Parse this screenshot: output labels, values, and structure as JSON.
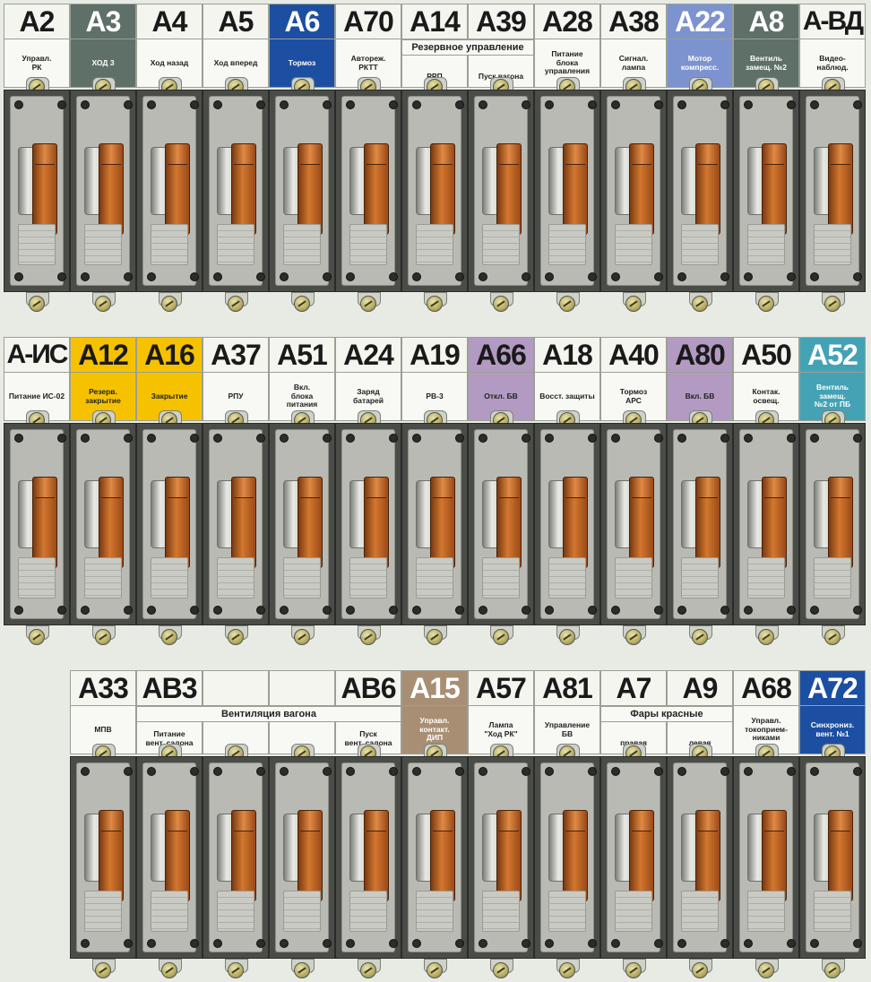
{
  "rows": [
    [
      {
        "code": "A2",
        "desc": "Управл.\nРК",
        "bg": "#f5f5f0",
        "light": false
      },
      {
        "code": "A3",
        "desc": "ХОД 3",
        "bg": "#5e7068",
        "light": true
      },
      {
        "code": "A4",
        "desc": "Ход назад",
        "bg": "#f5f5f0",
        "light": false
      },
      {
        "code": "A5",
        "desc": "Ход вперед",
        "bg": "#f5f5f0",
        "light": false
      },
      {
        "code": "A6",
        "desc": "Тормоз",
        "bg": "#1c4fa1",
        "light": true
      },
      {
        "code": "A70",
        "desc": "Автореж.\nРКТТ",
        "bg": "#f5f5f0",
        "light": false
      },
      {
        "code": "A14",
        "desc": "РРП",
        "bg": "#f5f5f0",
        "light": false,
        "split": true
      },
      {
        "code": "A39",
        "desc": "Пуск вагона",
        "bg": "#f5f5f0",
        "light": false,
        "split": true
      },
      {
        "code": "A28",
        "desc": "Питание\nблока\nуправления",
        "bg": "#f5f5f0",
        "light": false
      },
      {
        "code": "A38",
        "desc": "Сигнал.\nлампа",
        "bg": "#f5f5f0",
        "light": false
      },
      {
        "code": "A22",
        "desc": "Мотор\nкомпресс.",
        "bg": "#7d93cf",
        "light": true
      },
      {
        "code": "A8",
        "desc": "Вентиль\nзамещ. №2",
        "bg": "#5e7068",
        "light": true
      },
      {
        "code": "A-ВД",
        "desc": "Видео-\nнаблюд.",
        "bg": "#f5f5f0",
        "light": false
      }
    ],
    [
      {
        "code": "A-ИС",
        "desc": "Питание ИС-02",
        "bg": "#f5f5f0",
        "light": false
      },
      {
        "code": "A12",
        "desc": "Резерв.\nзакрытие",
        "bg": "#f6c200",
        "light": false
      },
      {
        "code": "A16",
        "desc": "Закрытие",
        "bg": "#f6c200",
        "light": false
      },
      {
        "code": "A37",
        "desc": "РПУ",
        "bg": "#f5f5f0",
        "light": false
      },
      {
        "code": "A51",
        "desc": "Вкл.\nблока\nпитания",
        "bg": "#f5f5f0",
        "light": false
      },
      {
        "code": "A24",
        "desc": "Заряд\nбатарей",
        "bg": "#f5f5f0",
        "light": false
      },
      {
        "code": "A19",
        "desc": "РВ-3",
        "bg": "#f5f5f0",
        "light": false
      },
      {
        "code": "A66",
        "desc": "Откл. БВ",
        "bg": "#b39ac2",
        "light": false
      },
      {
        "code": "A18",
        "desc": "Восст. защиты",
        "bg": "#f5f5f0",
        "light": false
      },
      {
        "code": "A40",
        "desc": "Тормоз\nАРС",
        "bg": "#f5f5f0",
        "light": false
      },
      {
        "code": "A80",
        "desc": "Вкл. БВ",
        "bg": "#b39ac2",
        "light": false
      },
      {
        "code": "A50",
        "desc": "Контак.\nосвещ.",
        "bg": "#f5f5f0",
        "light": false
      },
      {
        "code": "A52",
        "desc": "Вентиль\nзамещ.\n№2 от ПБ",
        "bg": "#44a2b5",
        "light": true
      }
    ],
    [
      {
        "code": "A33",
        "desc": "МПВ",
        "bg": "#f5f5f0",
        "light": false
      },
      {
        "code": "АВ3",
        "desc": "Питание\nвент. салона",
        "bg": "#f5f5f0",
        "light": false,
        "split": true
      },
      {
        "code": "",
        "desc": "",
        "bg": "#f5f5f0",
        "light": false,
        "split": true
      },
      {
        "code": "",
        "desc": "",
        "bg": "#f5f5f0",
        "light": false,
        "split": true
      },
      {
        "code": "АВ6",
        "desc": "Пуск\nвент. салона",
        "bg": "#f5f5f0",
        "light": false,
        "split": true
      },
      {
        "code": "A15",
        "desc": "Управл.\nконтакт.\nДИП",
        "bg": "#a88f74",
        "light": true
      },
      {
        "code": "A57",
        "desc": "Лампа\n\"Ход РК\"",
        "bg": "#f5f5f0",
        "light": false
      },
      {
        "code": "A81",
        "desc": "Управление\nБВ",
        "bg": "#f5f5f0",
        "light": false
      },
      {
        "code": "A7",
        "desc": "правая",
        "bg": "#f5f5f0",
        "light": false,
        "split": true
      },
      {
        "code": "A9",
        "desc": "левая",
        "bg": "#f5f5f0",
        "light": false,
        "split": true
      },
      {
        "code": "A68",
        "desc": "Управл.\nтокоприем-\nниками",
        "bg": "#f5f5f0",
        "light": false
      },
      {
        "code": "A72",
        "desc": "Синхрониз.\nвент. №1",
        "bg": "#1c4fa1",
        "light": true
      }
    ]
  ],
  "groups": {
    "reserve": "Резервное управление",
    "ventilation": "Вентиляция вагона",
    "headlights": "Фары красные"
  }
}
